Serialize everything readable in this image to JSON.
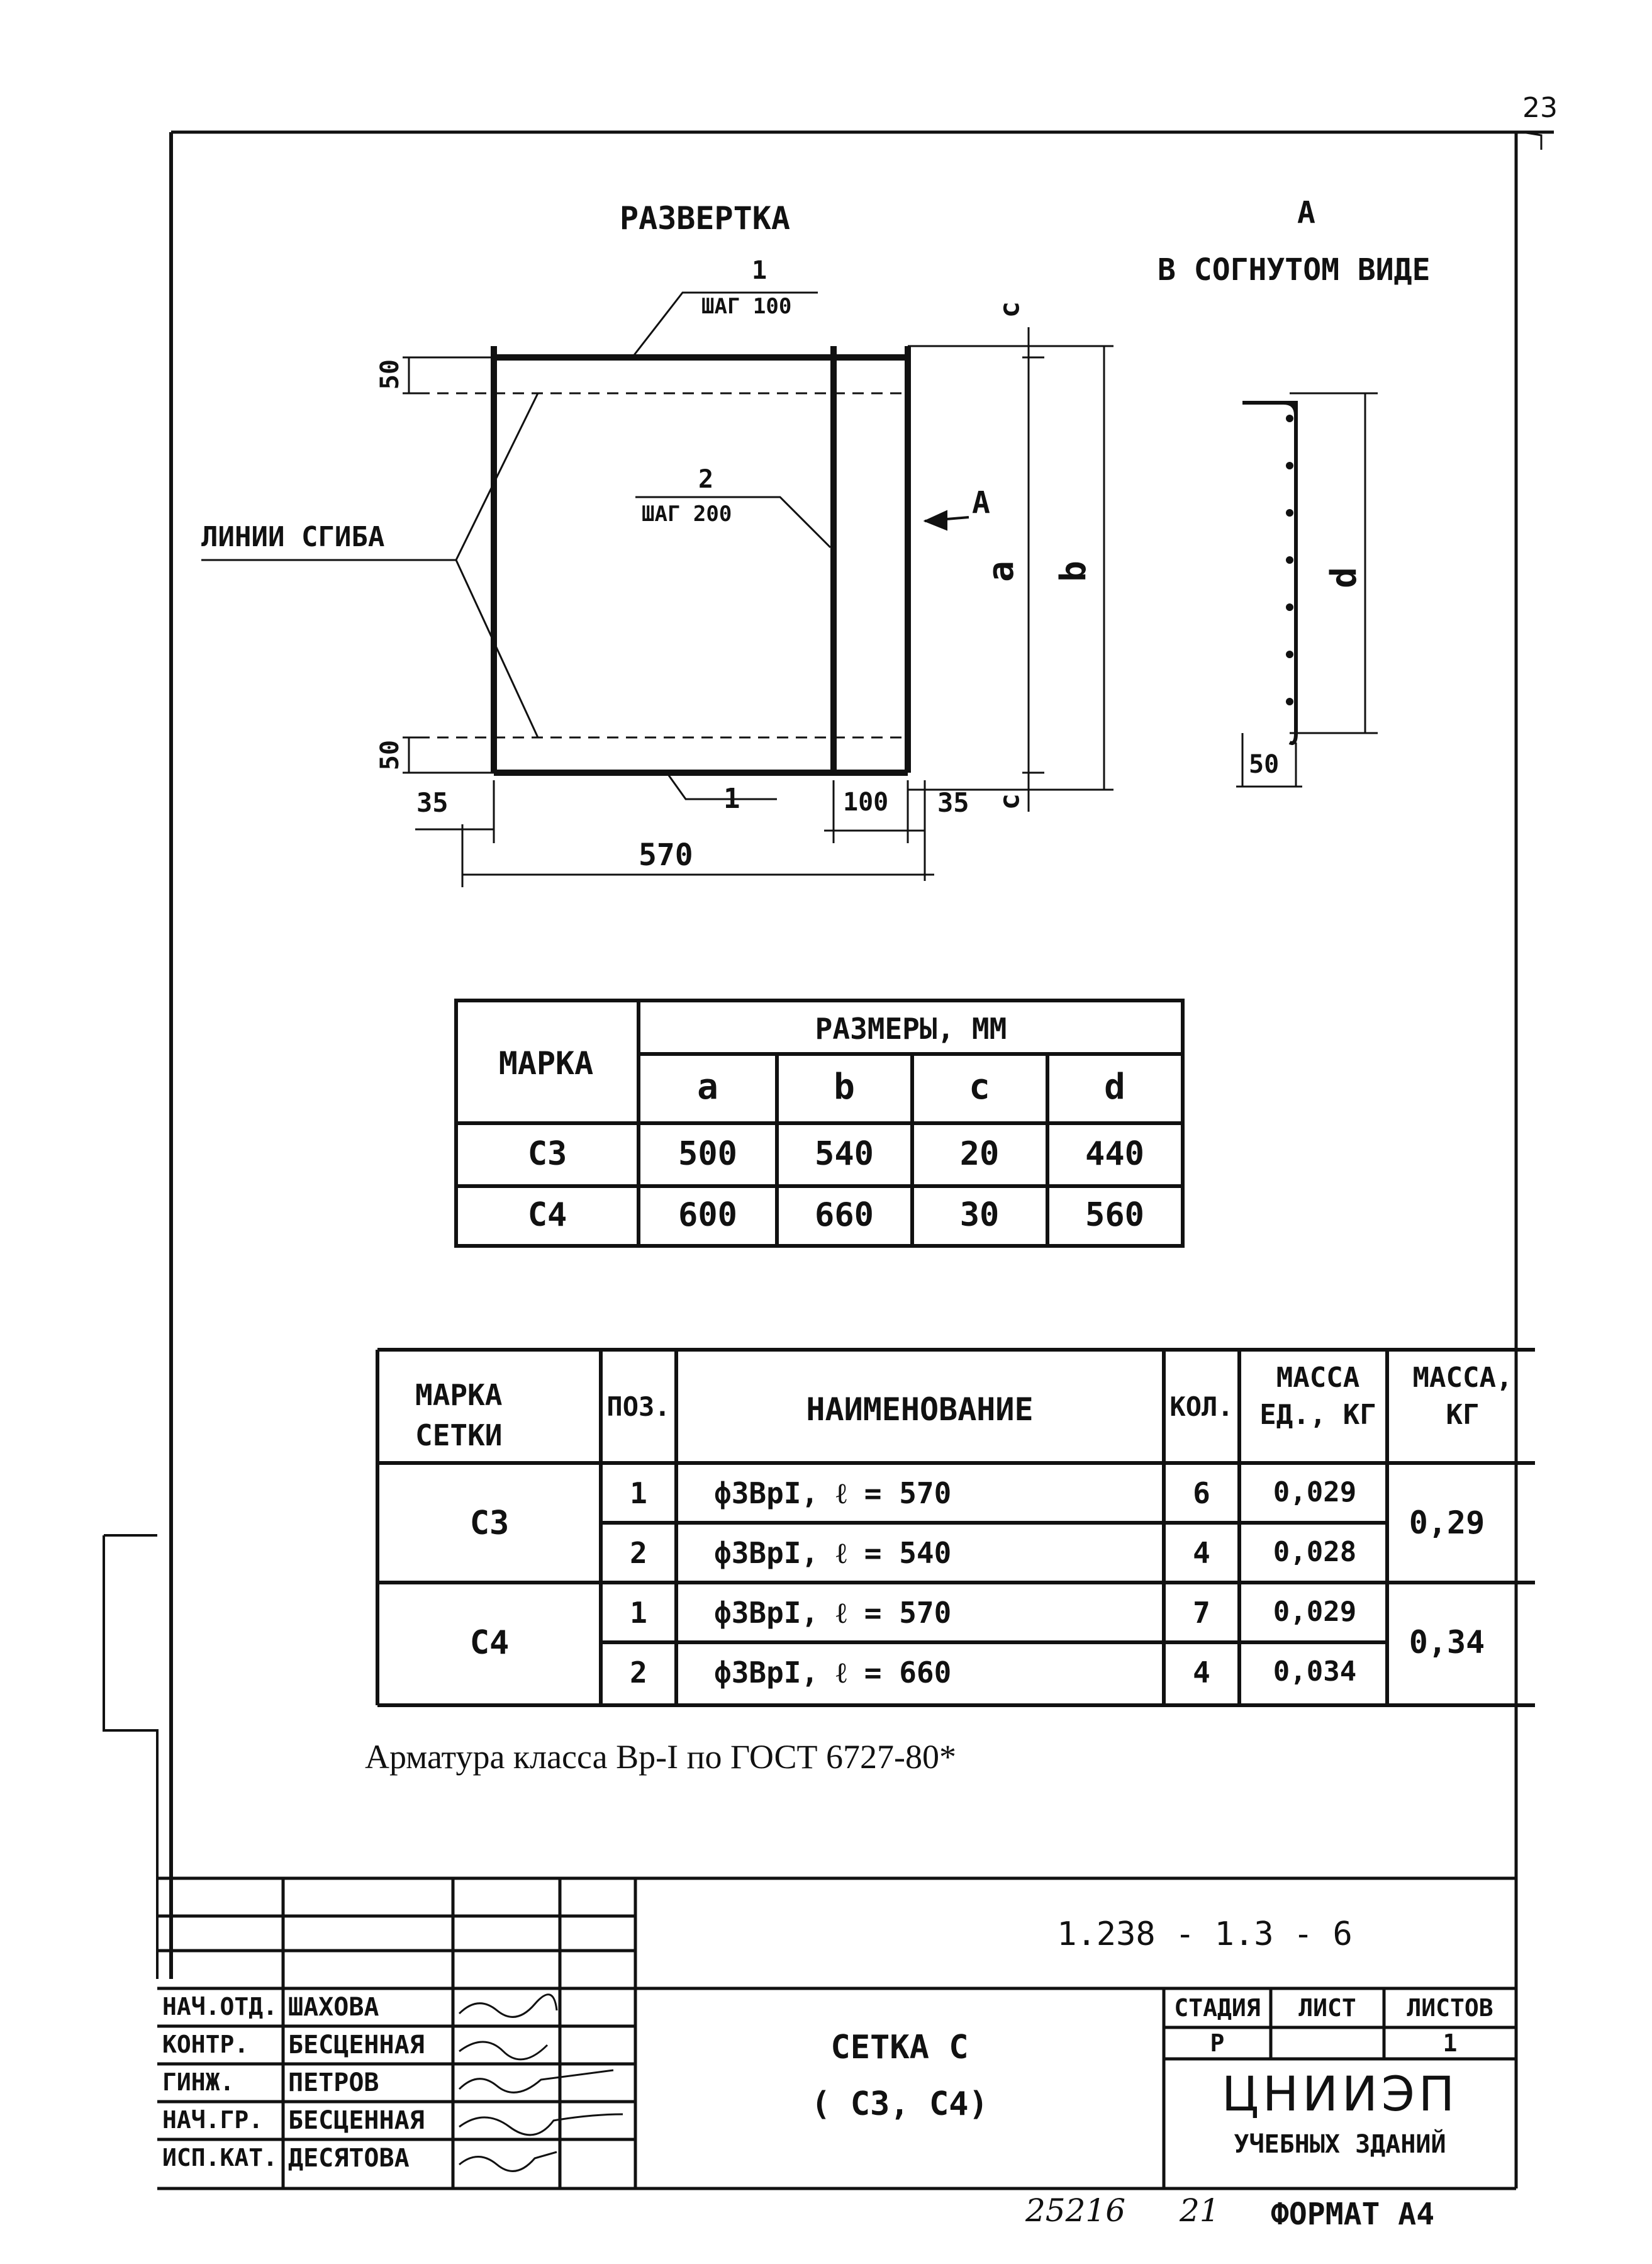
{
  "page_number": "23",
  "drawing": {
    "title": "РАЗВЕРТКА",
    "view_letter": "А",
    "view_title": "В СОГНУТОМ ВИДЕ",
    "pos1_top": "1",
    "pos1_step": "ШАГ 100",
    "pos2": "2",
    "pos2_step": "ШАГ 200",
    "arrow_label": "А",
    "bend_lines": "ЛИНИИ СГИБА",
    "dim_50_top": "50",
    "dim_50_bottom": "50",
    "dim_35_left": "35",
    "dim_35_right": "35",
    "dim_100": "100",
    "pos1_bottom": "1",
    "dim_570": "570",
    "dim_a": "a",
    "dim_b": "b",
    "dim_c_top": "c",
    "dim_c_bottom": "c",
    "dim_d": "d",
    "dim_50_side": "50"
  },
  "sizes_table": {
    "col_mark": "МАРКА",
    "col_sizes": "РАЗМЕРЫ,  ММ",
    "headers": [
      "a",
      "b",
      "c",
      "d"
    ],
    "rows": [
      {
        "mark": "С3",
        "a": "500",
        "b": "540",
        "c": "20",
        "d": "440"
      },
      {
        "mark": "С4",
        "a": "600",
        "b": "660",
        "c": "30",
        "d": "560"
      }
    ]
  },
  "spec_table": {
    "h_mark": "МАРКА СЕТКИ",
    "h_pos": "ПОЗ.",
    "h_name": "НАИМЕНОВАНИЕ",
    "h_qty": "КОЛ.",
    "h_unit_mass": "МАССА ЕД., КГ",
    "h_mass": "МАССА, КГ",
    "groups": [
      {
        "mark": "С3",
        "mass": "0,29",
        "rows": [
          {
            "pos": "1",
            "name": "ф3ВрI,   ℓ = 570",
            "qty": "6",
            "unit": "0,029"
          },
          {
            "pos": "2",
            "name": "ф3ВрI,   ℓ = 540",
            "qty": "4",
            "unit": "0,028"
          }
        ]
      },
      {
        "mark": "С4",
        "mass": "0,34",
        "rows": [
          {
            "pos": "1",
            "name": "ф3ВрI,   ℓ = 570",
            "qty": "7",
            "unit": "0,029"
          },
          {
            "pos": "2",
            "name": "ф3ВрI,   ℓ = 660",
            "qty": "4",
            "unit": "0,034"
          }
        ]
      }
    ]
  },
  "note": "Арматура класса Вр-I по ГОСТ 6727-80*",
  "title_block": {
    "doc_code": "1.238 - 1.3 - 6",
    "roles": [
      "НАЧ.ОТД.",
      "КОНТР.",
      "ГИНЖ.",
      "НАЧ.ГР.",
      "ИСП.КАТ."
    ],
    "names": [
      "ШАХОВА",
      "БЕСЦЕННАЯ",
      "ПЕТРОВ",
      "БЕСЦЕННАЯ",
      "ДЕСЯТОВА"
    ],
    "sheet_title_1": "СЕТКА  С",
    "sheet_title_2": "( С3,  С4)",
    "stage_label": "СТАДИЯ",
    "sheet_label": "ЛИСТ",
    "sheets_label": "ЛИСТОВ",
    "stage_value": "Р",
    "sheets_value": "1",
    "org_1": "ЦНИИЭП",
    "org_2": "УЧЕБНЫХ  ЗДАНИЙ"
  },
  "footer": {
    "inv": "25216",
    "num": "21",
    "format": "ФОРМАТ  А4"
  }
}
